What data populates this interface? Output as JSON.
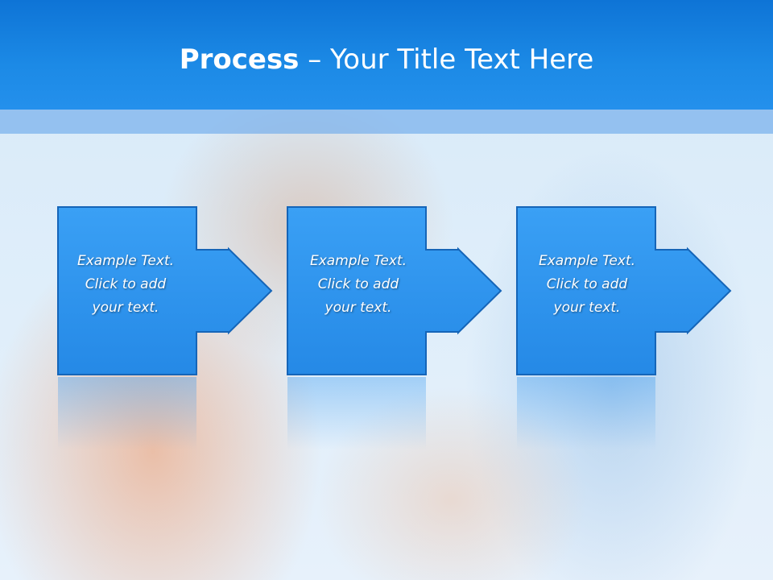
{
  "slide": {
    "title_bold": "Process",
    "title_rest": " – Your Title Text Here"
  },
  "colors": {
    "header": "#1c8ae6",
    "box_fill": "#2b93f0",
    "box_stroke": "#1565b8"
  },
  "steps": [
    {
      "line1": "Example Text.",
      "line2": "Click  to add",
      "line3": "your text."
    },
    {
      "line1": "Example Text.",
      "line2": "Click  to add",
      "line3": "your text."
    },
    {
      "line1": "Example Text.",
      "line2": "Click  to add",
      "line3": "your text."
    }
  ]
}
